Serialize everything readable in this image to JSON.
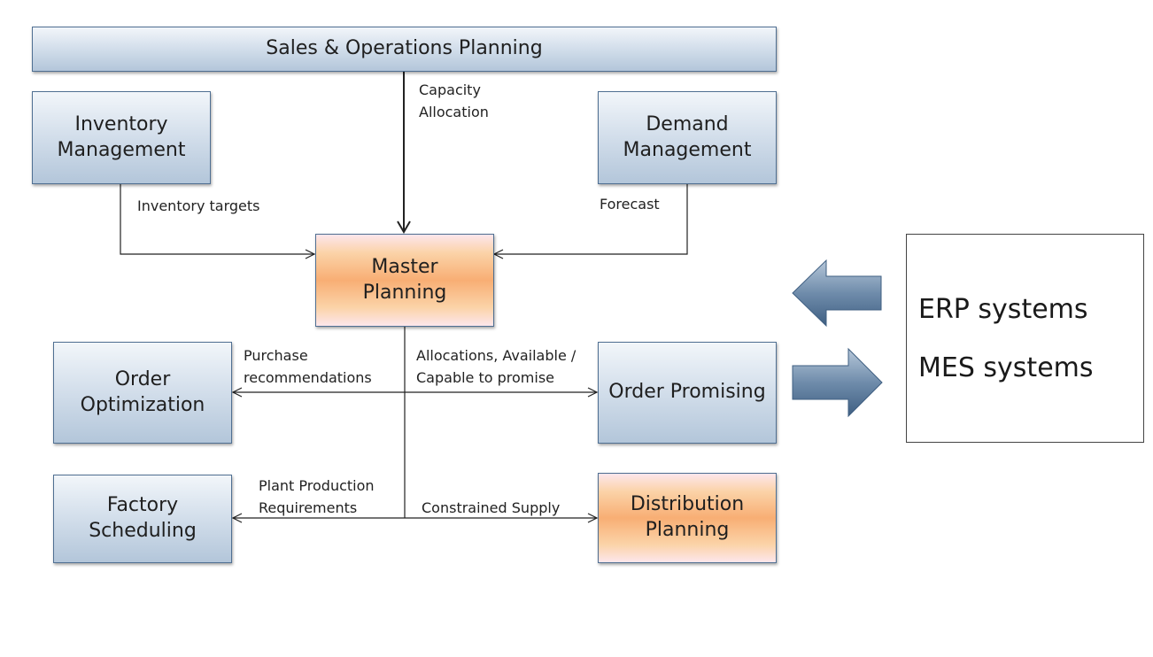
{
  "boxes": {
    "sop": "Sales & Operations Planning",
    "inventory": "Inventory\nManagement",
    "demand": "Demand\nManagement",
    "master": "Master\nPlanning",
    "order_opt": "Order\nOptimization",
    "order_promising": "Order Promising",
    "factory": "Factory\nScheduling",
    "distribution": "Distribution\nPlanning"
  },
  "labels": {
    "capacity": "Capacity\nAllocation",
    "inventory_targets": "Inventory targets",
    "forecast": "Forecast",
    "purchase": "Purchase\nrecommendations",
    "allocations": "Allocations, Available /\nCapable to promise",
    "plant": "Plant Production\nRequirements",
    "constrained": "Constrained Supply"
  },
  "systems": {
    "erp": "ERP systems",
    "mes": "MES systems"
  },
  "colors": {
    "box_blue": "#b3c6da",
    "box_orange": "#f8ae74",
    "arrow_blue": "#4f6f92"
  }
}
